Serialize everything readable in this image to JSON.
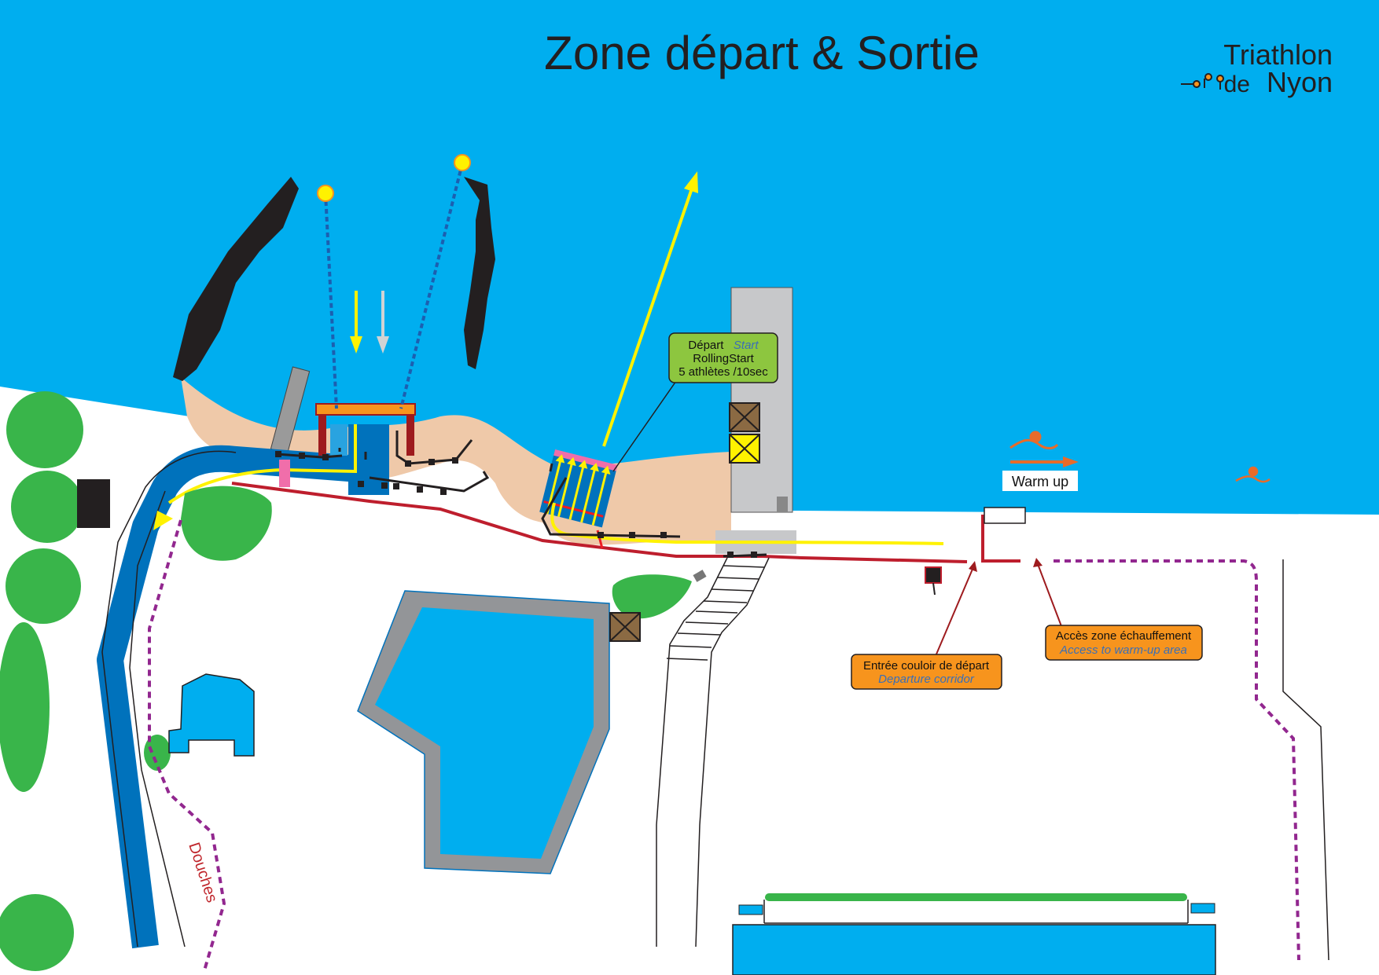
{
  "title": "Zone départ & Sortie",
  "logo": {
    "line1": "Triathlon",
    "line2_small": "de",
    "line2_big": "Nyon"
  },
  "labels": {
    "depart": {
      "line1_fr": "Départ",
      "line1_en": "Start",
      "line2": "RollingStart",
      "line3": "5 athlètes /10sec"
    },
    "warm_up": "Warm up",
    "acces": {
      "fr": "Accès zone échauffement",
      "en": "Access to warm-up area"
    },
    "entree": {
      "fr": "Entrée couloir de départ",
      "en": "Departure corridor"
    },
    "douches": "Douches"
  },
  "colors": {
    "water": "#00aeef",
    "dark_blue": "#0072bc",
    "sand": "#efc9a9",
    "rock": "#231f20",
    "tree": "#39b54a",
    "red_line": "#be1e2d",
    "yellow": "#fff200",
    "purple_dash": "#92278f",
    "label_green": "#8dc63f",
    "label_orange": "#f7941d",
    "pier_grey": "#c7c8ca",
    "buoy": "#fff200",
    "arch_orange": "#f7941d",
    "arch_red": "#9e1b1e"
  }
}
